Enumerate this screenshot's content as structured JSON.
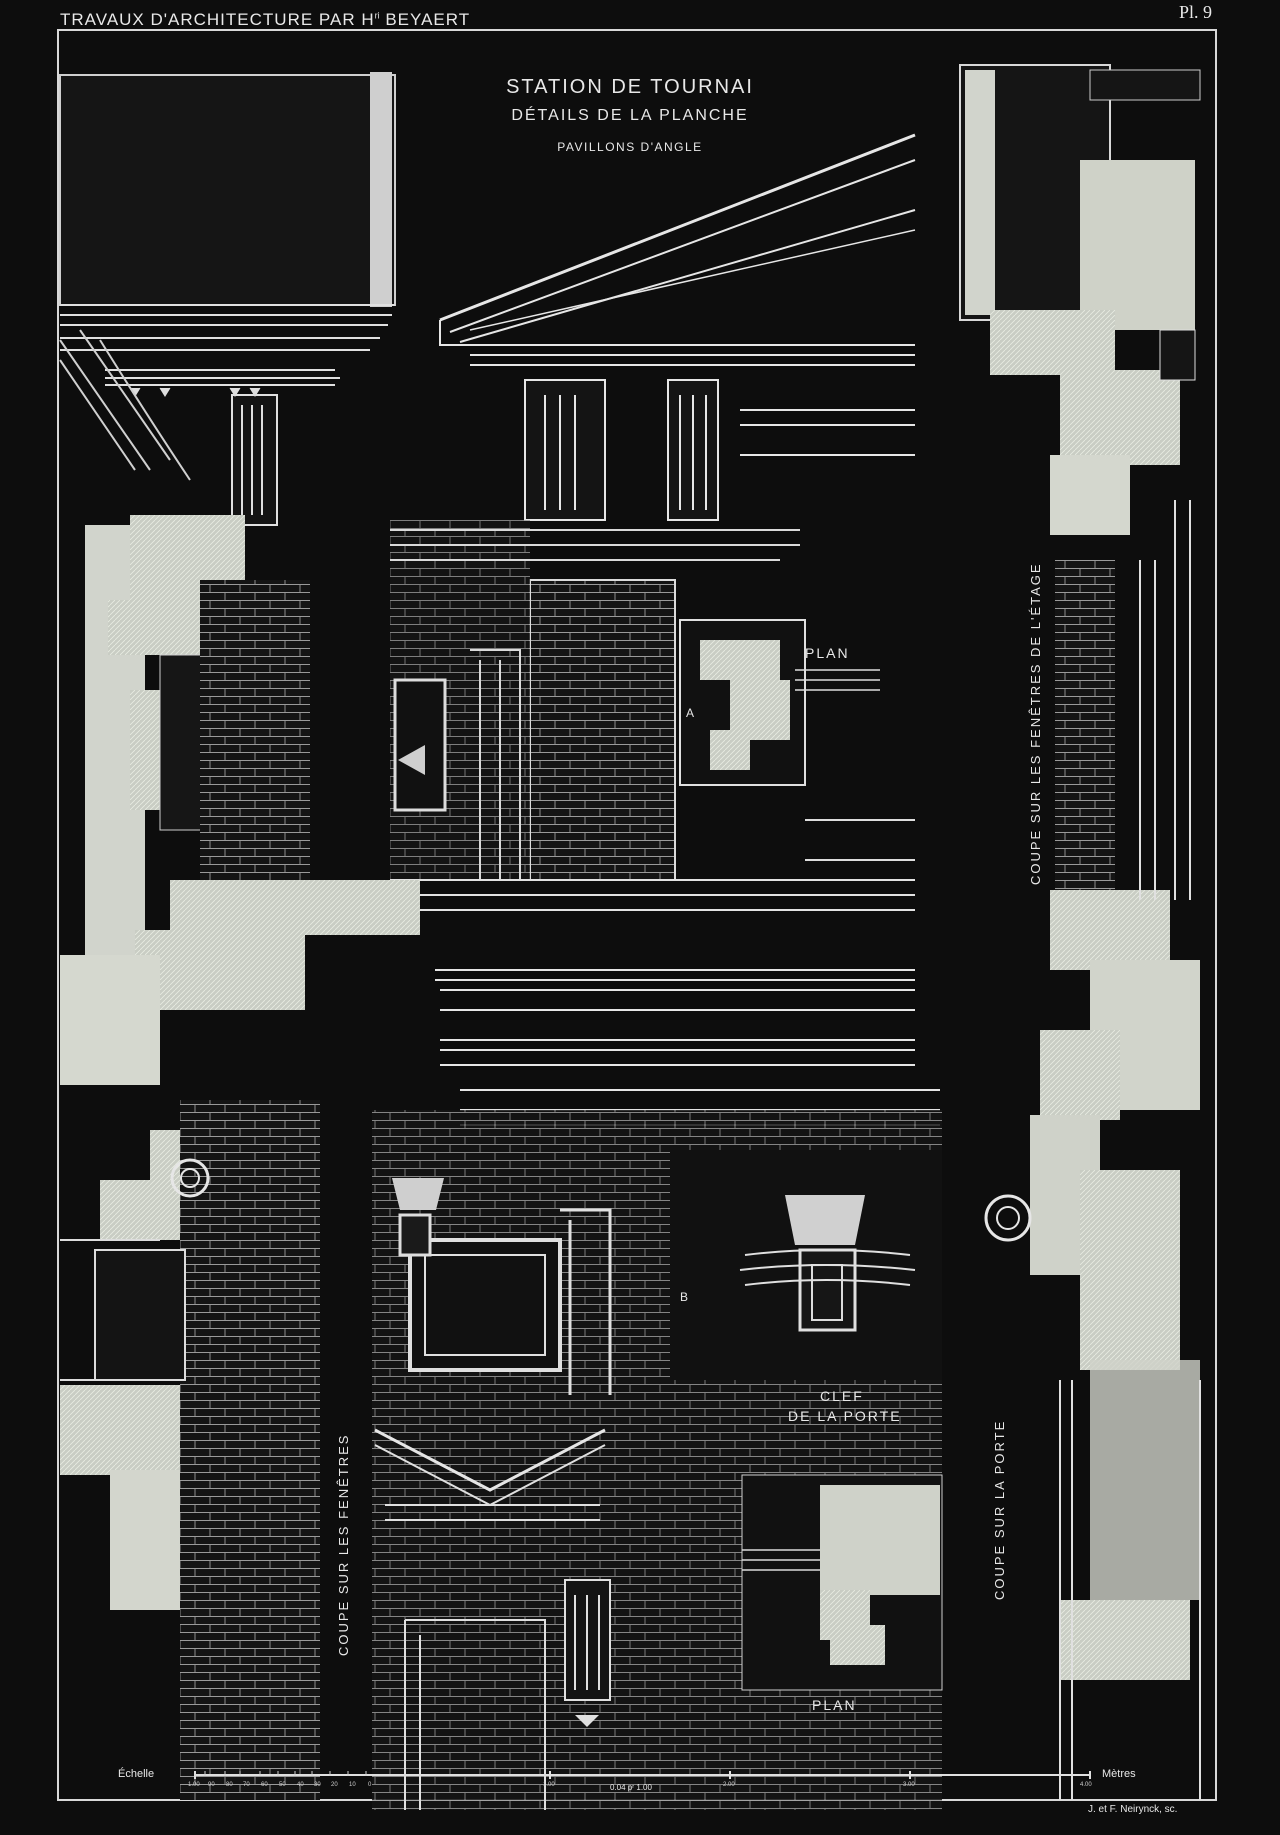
{
  "header": {
    "title_prefix": "TRAVAUX D'ARCHITECTURE PAR H",
    "title_sup": "ri",
    "title_suffix": " BEYAERT",
    "plate": "Pl. 9"
  },
  "titles": {
    "line1": "STATION DE TOURNAI",
    "line2": "DÉTAILS DE LA PLANCHE",
    "line3": "PAVILLONS D'ANGLE"
  },
  "labels": {
    "plan_top": "PLAN",
    "plan_bottom": "PLAN",
    "marker_a": "A",
    "marker_b": "B",
    "clef_1": "CLEF",
    "clef_2": "DE LA PORTE",
    "coupe_etage": "COUPE SUR LES FENÊTRES DE L'ÉTAGE",
    "coupe_fenetres": "COUPE SUR LES FENÊTRES",
    "coupe_porte": "COUPE SUR LA PORTE"
  },
  "scale": {
    "echelle": "Échelle",
    "metres": "Mètres",
    "ratio": "0.04 pʳ 1.00",
    "ticks_small": [
      "1.00",
      "90",
      "80",
      "70",
      "60",
      "50",
      "40",
      "30",
      "20",
      "10",
      "0"
    ],
    "ticks_large": [
      "1.00",
      "2.00",
      "3.00",
      "4.00"
    ]
  },
  "credit": "J. et F. Neirynck, sc."
}
